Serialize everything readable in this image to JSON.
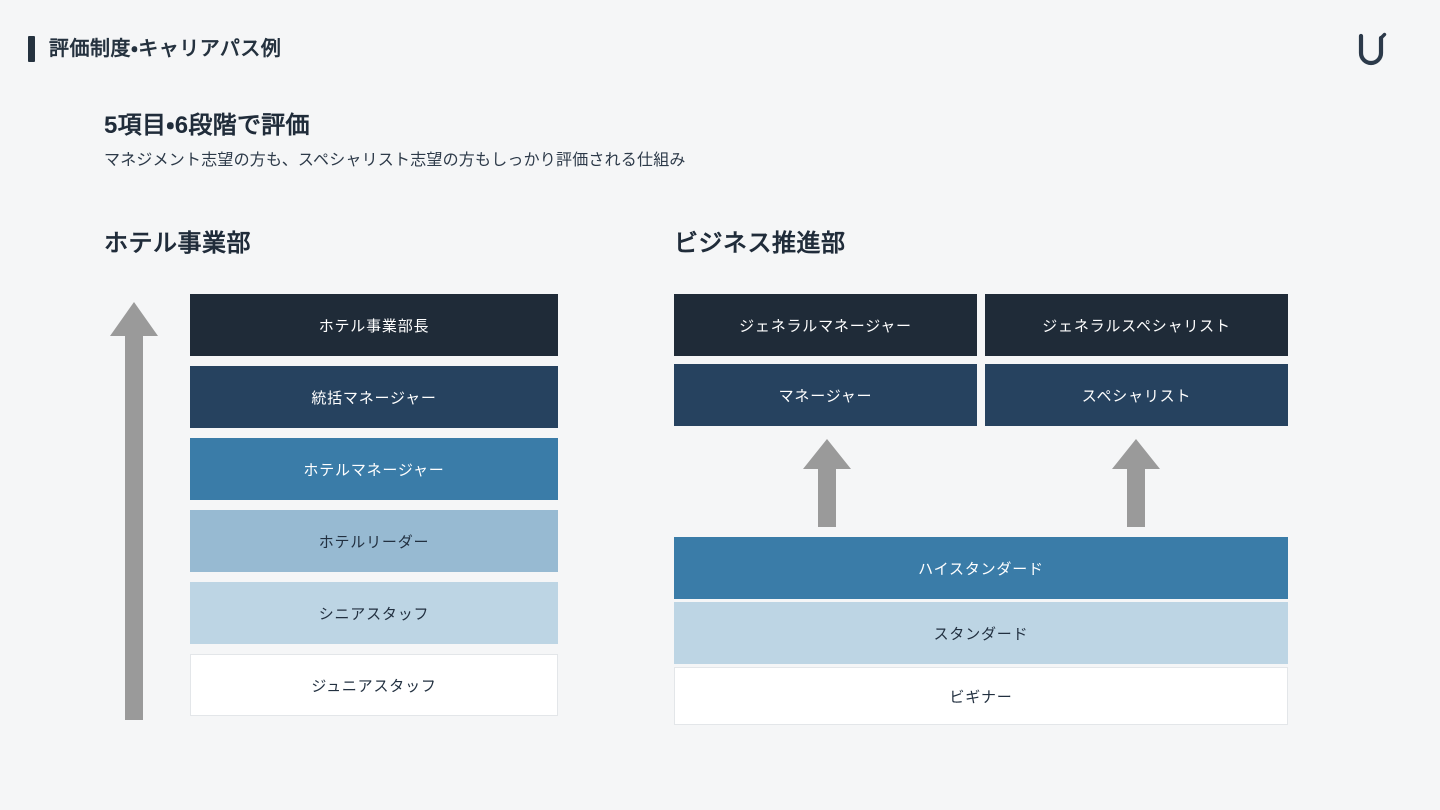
{
  "header": {
    "title": "評価制度・キャリアパス例",
    "logo_icon": "stylized-u-logo"
  },
  "lead": {
    "heading": "5項目・6段階で評価",
    "subtitle": "マネジメント志望の方も、スペシャリスト志望の方もしっかり評価される仕組み"
  },
  "colors": {
    "background": "#f5f6f7",
    "accent_dark": "#25323f",
    "level_1": "#1f2b38",
    "level_2": "#26425f",
    "level_3": "#3a7ca8",
    "level_4": "#97bad2",
    "level_5": "#bdd5e4",
    "level_6": "#ffffff",
    "arrow_gray": "#9a9a9a"
  },
  "columns": [
    {
      "id": "hotel",
      "heading": "ホテル事業部",
      "arrow_icon": "up-arrow-icon",
      "levels": [
        {
          "label": "ホテル事業部長",
          "level": 1
        },
        {
          "label": "統括マネージャー",
          "level": 2
        },
        {
          "label": "ホテルマネージャー",
          "level": 3
        },
        {
          "label": "ホテルリーダー",
          "level": 4
        },
        {
          "label": "シニアスタッフ",
          "level": 5
        },
        {
          "label": "ジュニアスタッフ",
          "level": 6
        }
      ]
    },
    {
      "id": "business",
      "heading": "ビジネス推進部",
      "tracks": [
        {
          "id": "management",
          "levels": [
            {
              "label": "ジェネラルマネージャー",
              "level": 1
            },
            {
              "label": "マネージャー",
              "level": 2
            }
          ]
        },
        {
          "id": "specialist",
          "levels": [
            {
              "label": "ジェネラルスペシャリスト",
              "level": 1
            },
            {
              "label": "スペシャリスト",
              "level": 2
            }
          ]
        }
      ],
      "promotion_arrows": [
        {
          "icon": "up-arrow-icon",
          "from": "ハイスタンダード",
          "to": "マネージャー"
        },
        {
          "icon": "up-arrow-icon",
          "from": "ハイスタンダード",
          "to": "スペシャリスト"
        }
      ],
      "base_levels": [
        {
          "label": "ハイスタンダード",
          "level": 3
        },
        {
          "label": "スタンダード",
          "level": 5
        },
        {
          "label": "ビギナー",
          "level": 6
        }
      ]
    }
  ]
}
